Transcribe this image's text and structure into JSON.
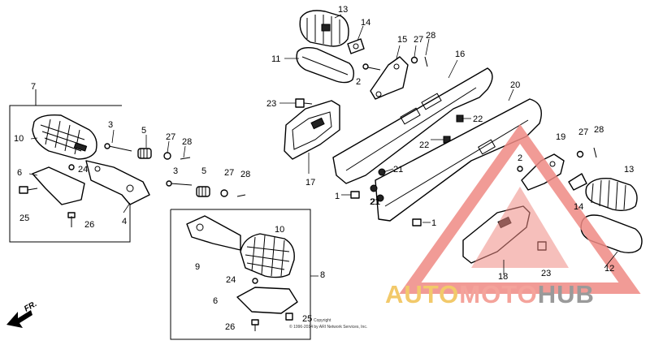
{
  "diagram": {
    "callouts": [
      "13",
      "14",
      "11",
      "15",
      "27",
      "28",
      "16",
      "2",
      "20",
      "23",
      "22",
      "22",
      "19",
      "27",
      "28",
      "17",
      "21",
      "2",
      "21",
      "1",
      "21",
      "13",
      "14",
      "1",
      "7",
      "10",
      "3",
      "5",
      "27",
      "28",
      "6",
      "24",
      "3",
      "5",
      "27",
      "28",
      "25",
      "26",
      "4",
      "10",
      "9",
      "8",
      "24",
      "6",
      "25",
      "26",
      "18",
      "23",
      "12"
    ],
    "direction_label": "FR.",
    "copyright_line1": "Copyright",
    "copyright_line2": "© 1996-2014 by ARI Network Services, Inc."
  },
  "watermark": {
    "part1": "AUTO",
    "part2": "MOTO",
    "part3": "HUB",
    "color_part1": "#f2c96a",
    "color_part2": "#f4a39b",
    "color_part3": "#9a9a9a",
    "triangle_color": "#ef8a84"
  }
}
